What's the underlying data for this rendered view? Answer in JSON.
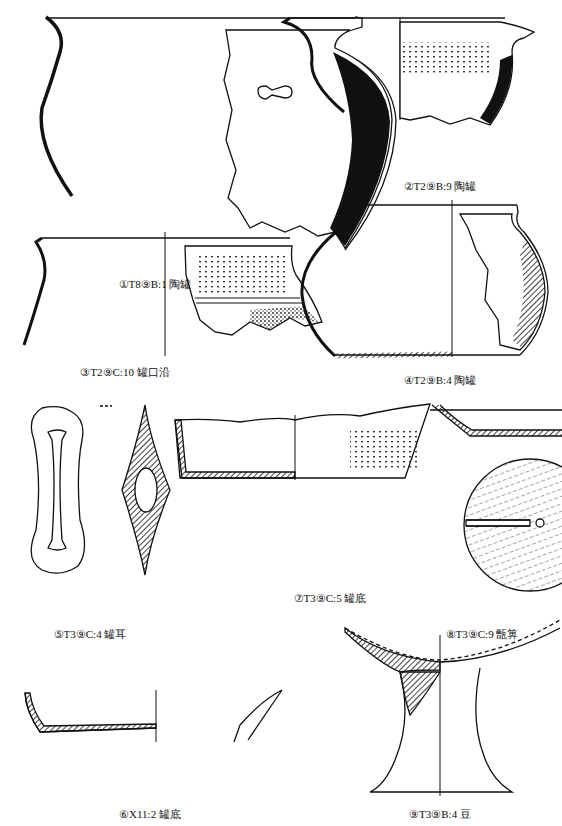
{
  "diagram": {
    "labels": [
      "①T8⑨B:1 陶罐",
      "②T2⑨B:9 陶罐",
      "③T2⑨C:10 罐口沿",
      "④T2⑨B:4 陶罐",
      "⑤T3⑨C:4 罐耳",
      "⑦T3⑨C:5 罐底",
      "⑧T3⑨C:9 甑箅",
      "⑥X11:2 罐底",
      "⑨T3⑨B:4 豆"
    ]
  }
}
